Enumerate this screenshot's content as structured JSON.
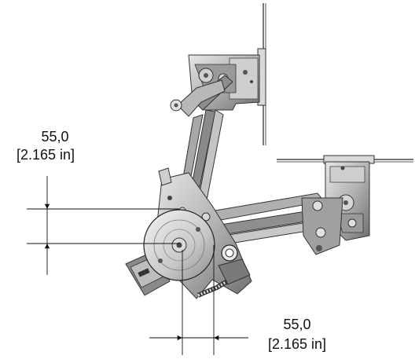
{
  "dimensions": {
    "vertical": {
      "value": "55,0",
      "inch": "[2.165 in]"
    },
    "horizontal": {
      "value": "55,0",
      "inch": "[2.165 in]"
    }
  },
  "colors": {
    "metal_dark": "#3a3a3a",
    "metal_mid": "#7d7d7d",
    "metal_light": "#bdbdbd",
    "metal_pale": "#e2e2e2",
    "line": "#111111"
  }
}
